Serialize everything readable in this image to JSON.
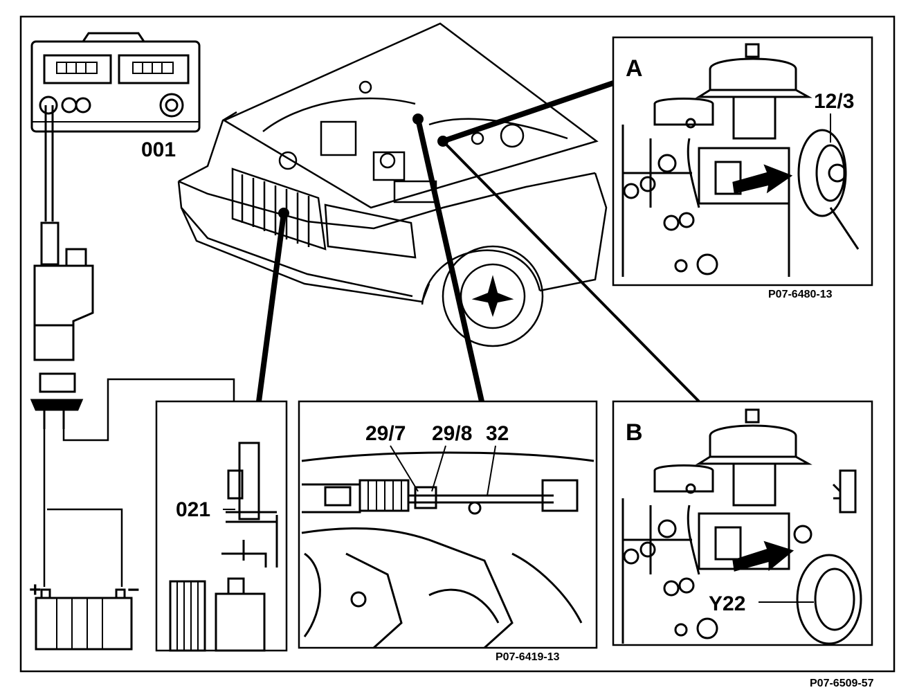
{
  "labels": {
    "tester": "001",
    "connector": "021",
    "inset_a_letter": "A",
    "inset_a_part": "12/3",
    "inset_a_code": "P07-6480-13",
    "inset_b_letter": "B",
    "inset_b_part": "Y22",
    "inset_c_part_1": "29/7",
    "inset_c_part_2": "29/8",
    "inset_c_part_3": "32",
    "inset_c_code": "P07-6419-13",
    "battery_plus": "+",
    "battery_minus": "−",
    "figure_code": "P07-6509-57"
  },
  "colors": {
    "ink": "#000000",
    "paper": "#ffffff"
  }
}
